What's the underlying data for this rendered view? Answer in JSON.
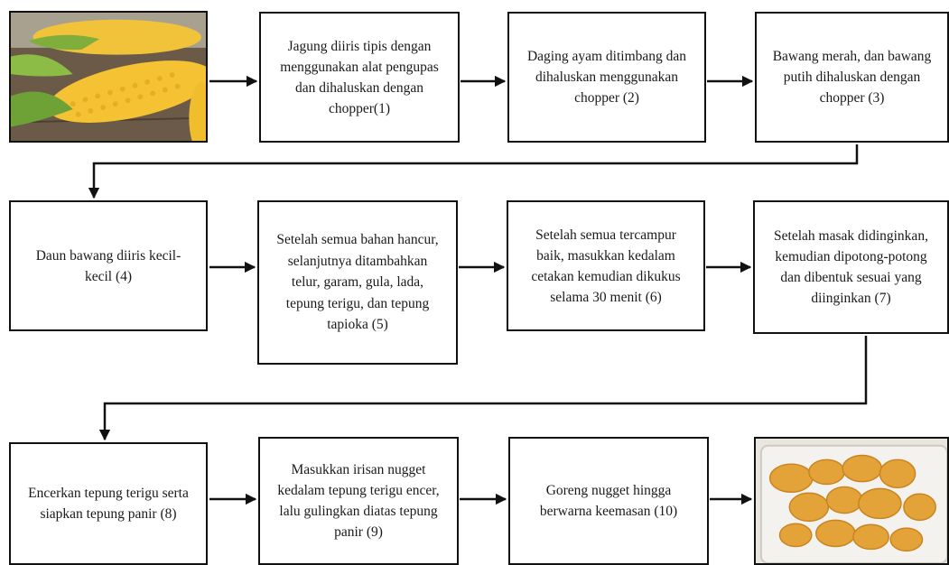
{
  "steps": {
    "s1": "Jagung diiris tipis dengan menggunakan alat pengupas dan dihaluskan dengan chopper(1)",
    "s2": "Daging ayam ditimbang dan dihaluskan menggunakan chopper (2)",
    "s3": "Bawang merah, dan bawang putih dihaluskan dengan chopper (3)",
    "s4": "Daun bawang diiris kecil-kecil (4)",
    "s5": "Setelah semua bahan hancur, selanjutnya ditambahkan telur, garam, gula, lada, tepung terigu, dan tepung tapioka (5)",
    "s6": "Setelah semua tercampur baik, masukkan kedalam cetakan kemudian dikukus selama 30 menit (6)",
    "s7": "Setelah masak didinginkan, kemudian dipotong-potong dan dibentuk sesuai yang diinginkan (7)",
    "s8": "Encerkan tepung terigu serta siapkan tepung panir (8)",
    "s9": "Masukkan irisan nugget kedalam tepung terigu encer, lalu gulingkan diatas tepung panir (9)",
    "s10": "Goreng nugget hingga berwarna keemasan (10)"
  },
  "images": {
    "start": "corn-photo",
    "end": "fried-nugget-photo"
  },
  "colors": {
    "border": "#111111",
    "corn": "#f2c230",
    "nugget": "#e0a233"
  }
}
